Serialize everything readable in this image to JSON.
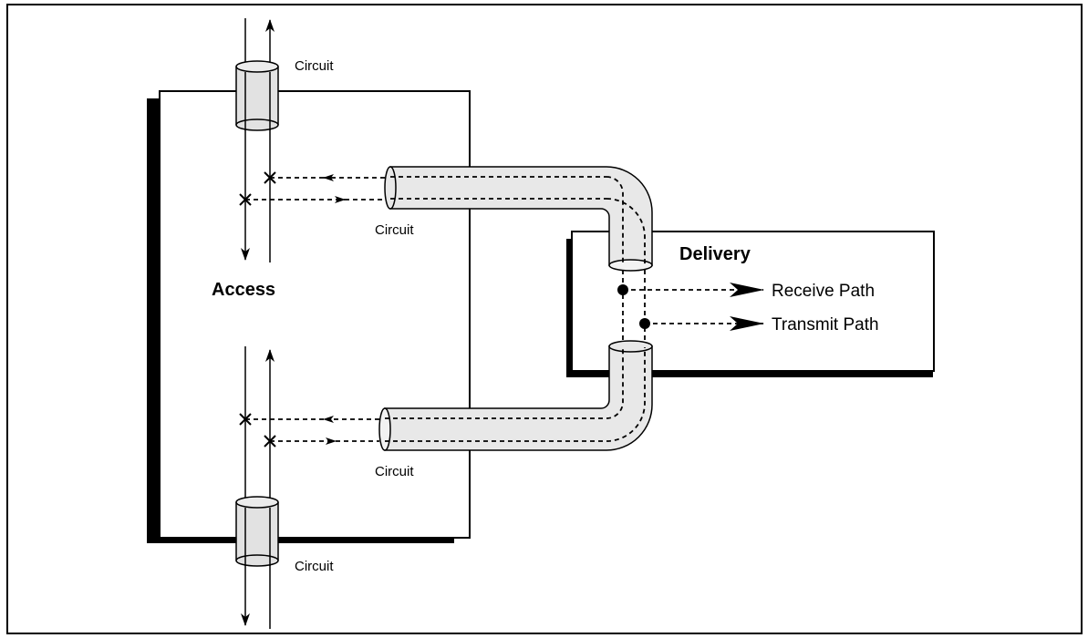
{
  "labels": {
    "circuit_top": "Circuit",
    "circuit_upper_pipe": "Circuit",
    "access": "Access",
    "delivery": "Delivery",
    "receive_path": "Receive Path",
    "transmit_path": "Transmit Path",
    "circuit_lower_pipe": "Circuit",
    "circuit_bottom": "Circuit"
  },
  "colors": {
    "stroke": "#000000",
    "pipe_fill": "#e8e8e8",
    "background": "#ffffff"
  }
}
